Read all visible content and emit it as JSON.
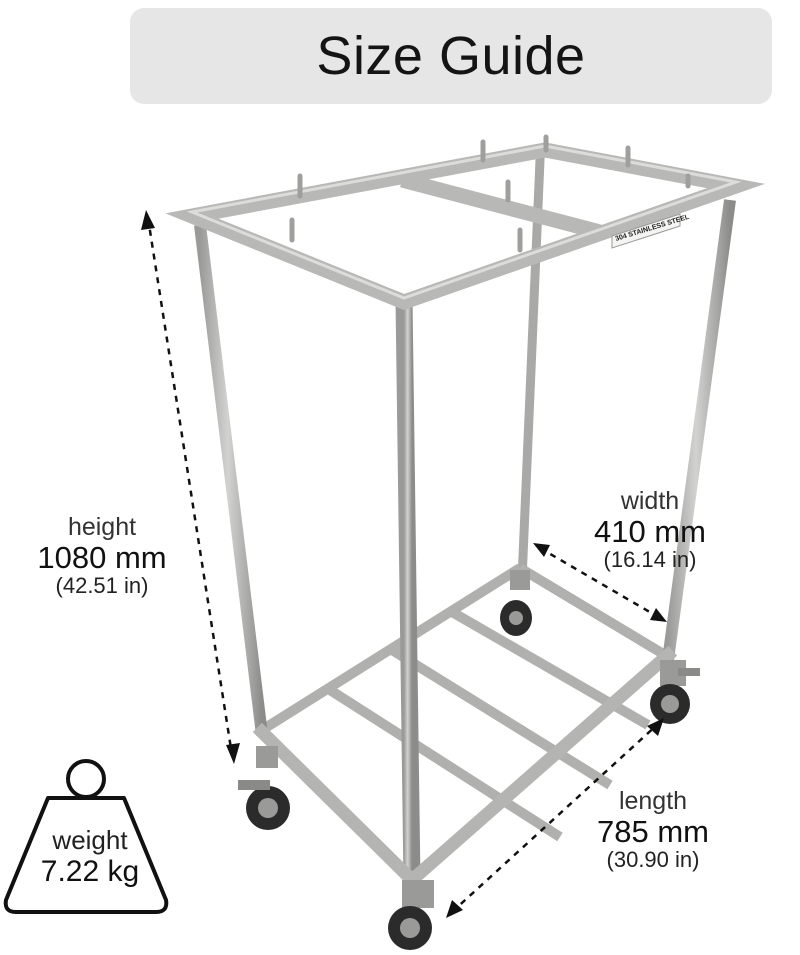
{
  "title": "Size Guide",
  "plate_label": "304 STAINLESS STEEL",
  "dimensions": {
    "height": {
      "label": "height",
      "mm": "1080 mm",
      "inch": "(42.51 in)"
    },
    "width": {
      "label": "width",
      "mm": "410 mm",
      "inch": "(16.14 in)"
    },
    "length": {
      "label": "length",
      "mm": "785 mm",
      "inch": "(30.90 in)"
    }
  },
  "weight": {
    "label": "weight",
    "value": "7.22 kg"
  },
  "colors": {
    "steel": "#b6b6b4",
    "steel_dark": "#8e8e8c",
    "title_bg": "#e6e6e6",
    "wheel": "#2b2b2b"
  }
}
